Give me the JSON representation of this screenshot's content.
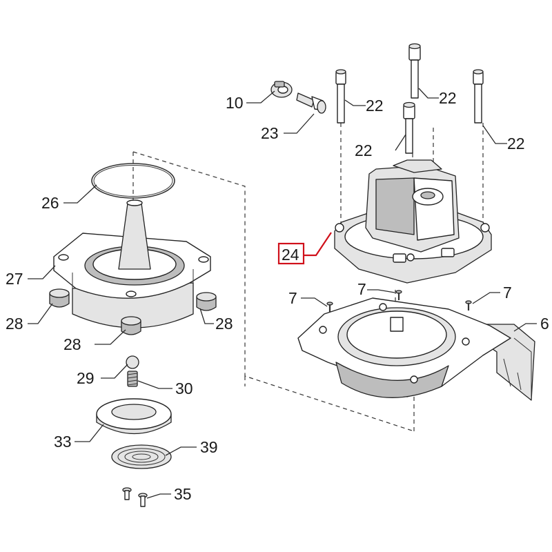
{
  "callouts": {
    "c10": "10",
    "c23": "23",
    "c22a": "22",
    "c22b": "22",
    "c22c": "22",
    "c22d": "22",
    "c26": "26",
    "c24": "24",
    "c27": "27",
    "c7a": "7",
    "c7b": "7",
    "c7c": "7",
    "c6": "6",
    "c28a": "28",
    "c28b": "28",
    "c28c": "28",
    "c29": "29",
    "c30": "30",
    "c33": "33",
    "c39": "39",
    "c35": "35"
  },
  "highlight": {
    "color": "#d0101a"
  }
}
